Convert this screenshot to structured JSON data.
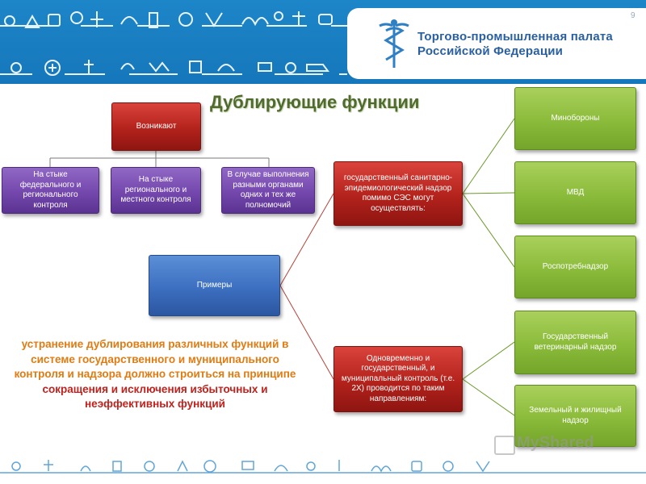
{
  "header": {
    "org_line1": "Торгово-промышленная палата",
    "org_line2": "Российской Федерации",
    "slide_number": "9"
  },
  "title": "Дублирующие функции",
  "boxes": {
    "arise": "Возникают",
    "junction_federal": "На стыке федерального и регионального контроля",
    "junction_regional": "На стыке регионального и местного контроля",
    "multiple_bodies": "В случае выполнения разными органами одних и тех же полномочий",
    "examples": "Примеры",
    "sanitary": "государственный санитарно-эпидемиологический надзор помимо СЭС могут осуществлять:",
    "simultaneous": "Одновременно и государственный, и муниципальный контроль (т.е. 2Х) проводится по таким направлениям:",
    "defense": "Минобороны",
    "mvd": "МВД",
    "rospotreb": "Роспотребнадзор",
    "vet": "Государственный ветеринарный надзор",
    "land": "Земельный и жилищный надзор"
  },
  "statement": {
    "part1": "устранение дублирования различных функций в системе государственного и муниципального контроля и надзора должно строиться на принципе ",
    "part2": "сокращения и исключения избыточных и неэффективных функций"
  },
  "watermark": "MyShared",
  "colors": {
    "banner": "#1577bb",
    "red": "#b3221c",
    "purple": "#7447ad",
    "blue": "#3c6fc0",
    "green": "#8bbb3a",
    "title": "#4f6b2d",
    "statement": "#e07b12",
    "statement_highlight": "#c0211c"
  }
}
